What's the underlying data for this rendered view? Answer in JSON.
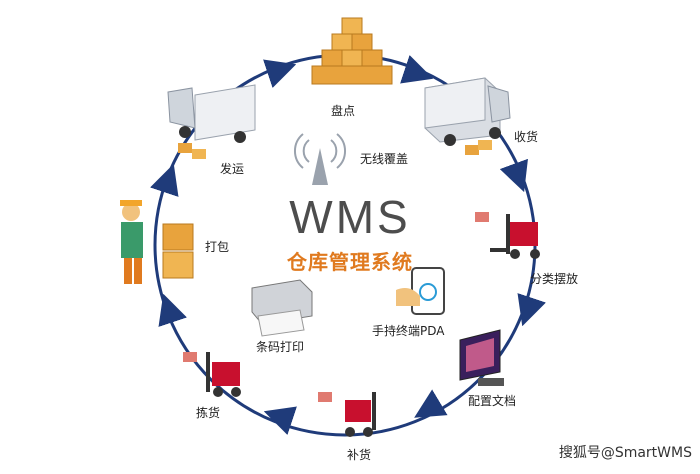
{
  "title": "WMS",
  "subtitle": "仓库管理系统",
  "nodes": [
    {
      "label": "盘点",
      "icon": "stacked-boxes-icon"
    },
    {
      "label": "收货",
      "icon": "delivery-truck-icon"
    },
    {
      "label": "分类摆放",
      "icon": "forklift-icon"
    },
    {
      "label": "配置文档",
      "icon": "monitor-icon"
    },
    {
      "label": "补货",
      "icon": "forklift-icon"
    },
    {
      "label": "拣货",
      "icon": "forklift-icon"
    },
    {
      "label": "打包",
      "icon": "worker-icon"
    },
    {
      "label": "发运",
      "icon": "delivery-truck-icon"
    }
  ],
  "inner": [
    {
      "label": "无线覆盖",
      "icon": "antenna-icon"
    },
    {
      "label": "手持终端PDA",
      "icon": "handheld-pda-icon"
    },
    {
      "label": "条码打印",
      "icon": "barcode-printer-icon"
    }
  ],
  "watermark": "搜狐号@SmartWMS",
  "colors": {
    "ring": "#1f3b7a",
    "subtitle": "#e07a1f",
    "title": "#4d4d4d",
    "box": "#e8a33d",
    "forklift": "#c8102e"
  }
}
